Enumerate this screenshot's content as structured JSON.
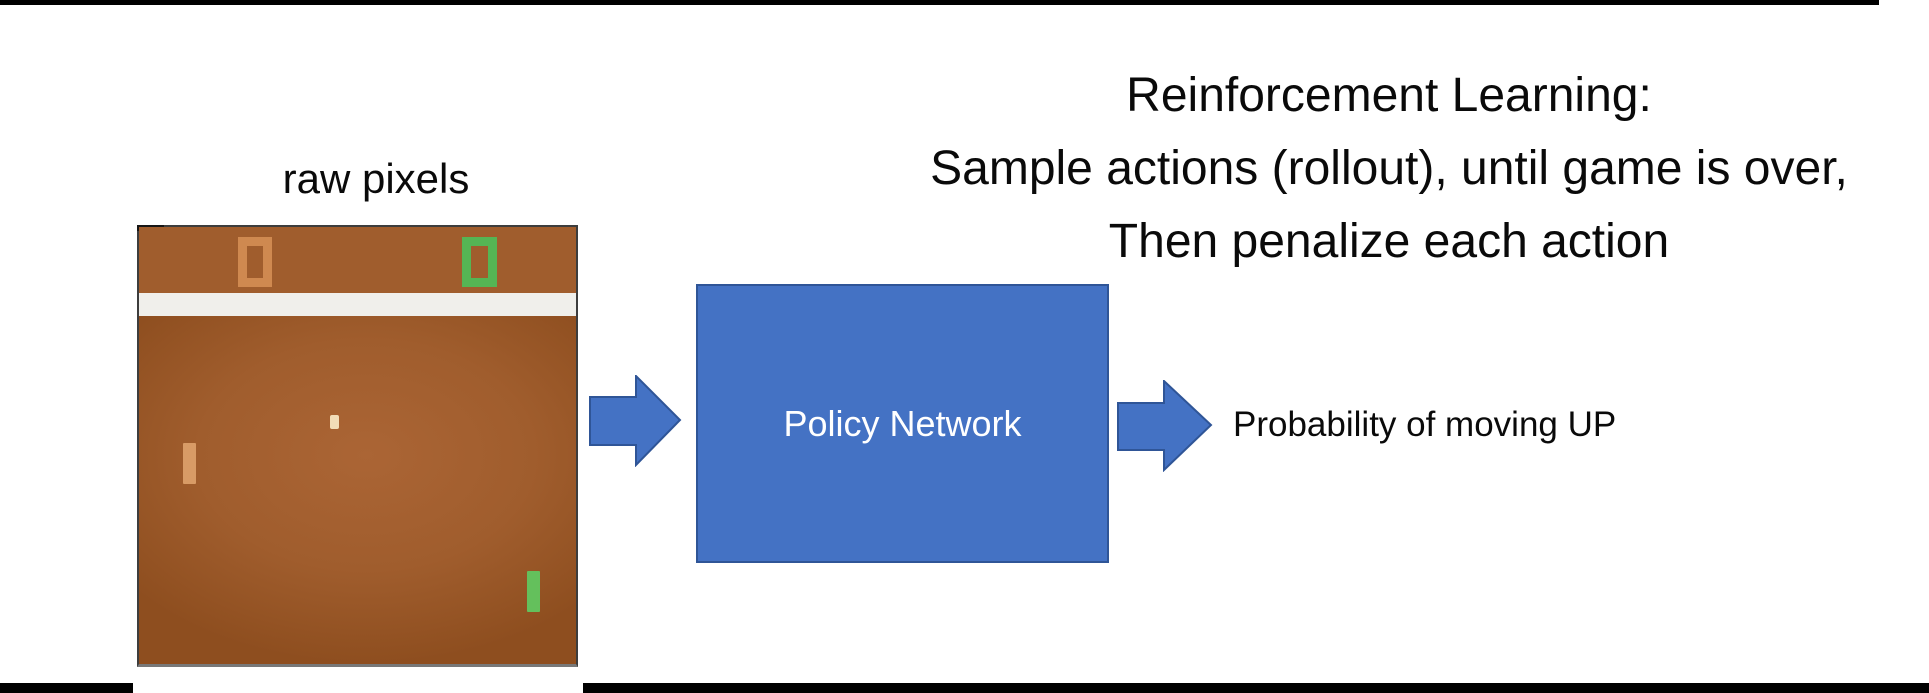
{
  "title": {
    "line1": "Reinforcement Learning:",
    "line2": "Sample actions (rollout), until game is over,",
    "line3": "Then penalize each action"
  },
  "game": {
    "label": "raw pixels",
    "left_score_value": "0",
    "right_score_value": "0"
  },
  "policy_box": {
    "label": "Policy Network"
  },
  "output": {
    "label": "Probability of moving UP"
  },
  "colors": {
    "ppt_blue": "#4472c4",
    "ppt_blue_dark": "#2f5597",
    "brown_base": "#a05d2d",
    "brown_light": "#ab6535",
    "brown_dark": "#8e4e1f",
    "wall_white": "#f0efeb",
    "score_orange": "#cf8950",
    "score_green": "#55b554",
    "ball_cream": "#f2ddb8",
    "paddle_tan": "#d89b66",
    "paddle_green": "#64c05c"
  }
}
